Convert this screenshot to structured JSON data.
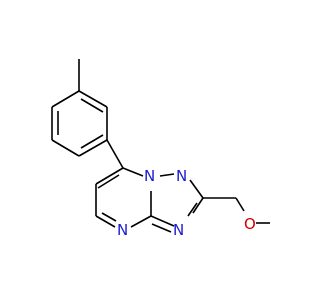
{
  "molecule": {
    "atoms": {
      "n1": "N",
      "n2": "N",
      "n3": "N",
      "n4": "N",
      "o1": "O"
    }
  },
  "colors": {
    "nitrogen": "#1a1ad2",
    "oxygen": "#d20000",
    "bond": "#000000"
  }
}
